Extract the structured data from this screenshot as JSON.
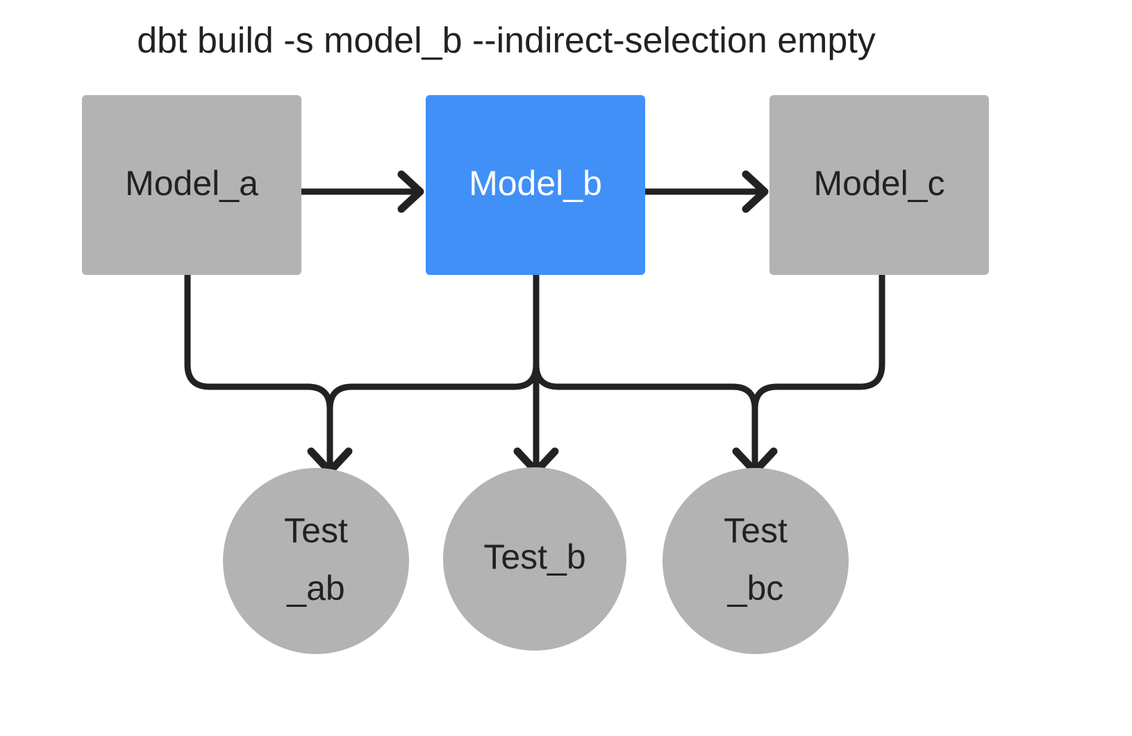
{
  "title": "dbt build -s model_b --indirect-selection empty",
  "colors": {
    "background": "#ffffff",
    "node_gray": "#b3b3b3",
    "node_selected_blue": "#4190f7",
    "edge_black": "#222222",
    "label_dark": "#222222",
    "label_light": "#ffffff"
  },
  "models": [
    {
      "id": "model_a",
      "label": "Model_a",
      "shape": "rectangle",
      "state": "unselected"
    },
    {
      "id": "model_b",
      "label": "Model_b",
      "shape": "rectangle",
      "state": "selected"
    },
    {
      "id": "model_c",
      "label": "Model_c",
      "shape": "rectangle",
      "state": "unselected"
    }
  ],
  "tests": [
    {
      "id": "test_ab",
      "line1": "Test",
      "line2": "_ab",
      "shape": "circle",
      "state": "unselected"
    },
    {
      "id": "test_b",
      "line1": "Test_b",
      "line2": "",
      "shape": "circle",
      "state": "unselected"
    },
    {
      "id": "test_bc",
      "line1": "Test",
      "line2": "_bc",
      "shape": "circle",
      "state": "unselected"
    }
  ],
  "edges": [
    {
      "from": "model_a",
      "to": "model_b",
      "kind": "horizontal-arrow"
    },
    {
      "from": "model_b",
      "to": "model_c",
      "kind": "horizontal-arrow"
    },
    {
      "from": "model_a",
      "to": "test_ab",
      "kind": "elbow-arrow"
    },
    {
      "from": "model_b",
      "to": "test_ab",
      "kind": "elbow-arrow"
    },
    {
      "from": "model_b",
      "to": "test_b",
      "kind": "straight-arrow"
    },
    {
      "from": "model_b",
      "to": "test_bc",
      "kind": "elbow-arrow"
    },
    {
      "from": "model_c",
      "to": "test_bc",
      "kind": "elbow-arrow"
    }
  ]
}
